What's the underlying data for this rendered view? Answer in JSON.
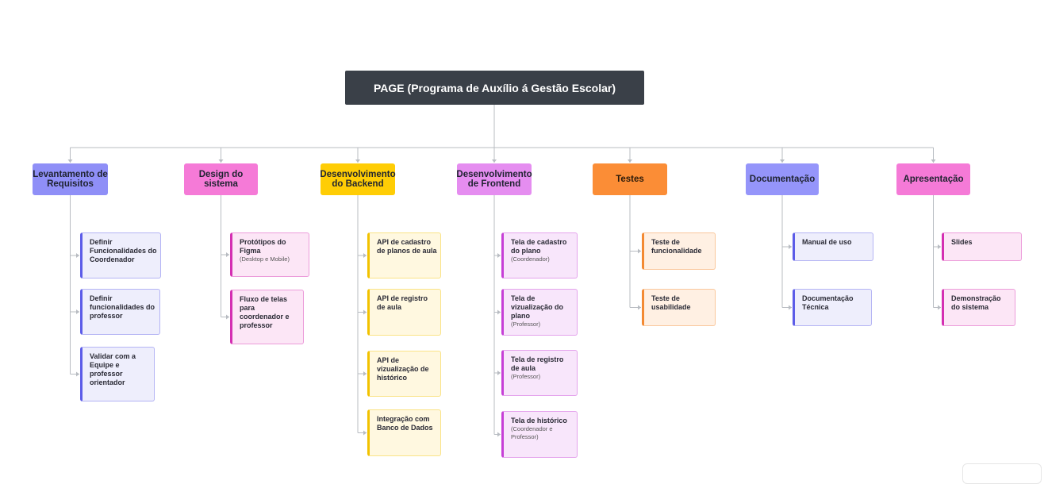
{
  "title": "PAGE (Programa de Auxílio á Gestão Escolar)",
  "colors": {
    "root": "#3a4048",
    "connector": "#b8bcc2"
  },
  "columns": [
    {
      "label": "Levantamento de Requisitos",
      "head_color": "#8f8ff7",
      "leaf_bg": "#eeeefc",
      "leaf_accent": "#5c5ce8",
      "items": [
        {
          "title": "Definir Funcionalidades do Coordenador",
          "note": ""
        },
        {
          "title": "Definir funcionalidades do professor",
          "note": ""
        },
        {
          "title": "Validar com a Equipe e professor orientador",
          "note": ""
        }
      ]
    },
    {
      "label": "Design do sistema",
      "head_color": "#f57ad7",
      "leaf_bg": "#fce6f6",
      "leaf_accent": "#d42fb2",
      "items": [
        {
          "title": "Protótipos do Figma",
          "note": "(Desktop e Mobile)"
        },
        {
          "title": "Fluxo de telas para coordenador e professor",
          "note": ""
        }
      ]
    },
    {
      "label": "Desenvolvimento do Backend",
      "head_color": "#ffcd05",
      "leaf_bg": "#fff8e0",
      "leaf_accent": "#f2c200",
      "items": [
        {
          "title": "API de cadastro de planos de aula",
          "note": ""
        },
        {
          "title": "API de registro de aula",
          "note": ""
        },
        {
          "title": "API de vizualização de histórico",
          "note": ""
        },
        {
          "title": "Integração com Banco de Dados",
          "note": ""
        }
      ]
    },
    {
      "label": "Desenvolvimento de Frontend",
      "head_color": "#e58df0",
      "leaf_bg": "#f8e6fb",
      "leaf_accent": "#c63fd6",
      "items": [
        {
          "title": "Tela de cadastro do plano",
          "note": "(Coordenador)"
        },
        {
          "title": "Tela de vizualização do plano",
          "note": "(Professor)"
        },
        {
          "title": "Tela de registro de aula",
          "note": "(Professor)"
        },
        {
          "title": "Tela de histórico",
          "note": "(Coordenador e Professor)"
        }
      ]
    },
    {
      "label": "Testes",
      "head_color": "#fb8d36",
      "leaf_bg": "#fff0e3",
      "leaf_accent": "#f38a33",
      "items": [
        {
          "title": "Teste de funcionalidade",
          "note": ""
        },
        {
          "title": "Teste de usabilidade",
          "note": ""
        }
      ]
    },
    {
      "label": "Documentação",
      "head_color": "#9595fa",
      "leaf_bg": "#eeeefc",
      "leaf_accent": "#5c5ce8",
      "items": [
        {
          "title": "Manual de uso",
          "note": ""
        },
        {
          "title": "Documentação Técnica",
          "note": ""
        }
      ]
    },
    {
      "label": "Apresentação",
      "head_color": "#f57ad7",
      "leaf_bg": "#fce6f6",
      "leaf_accent": "#d42fb2",
      "items": [
        {
          "title": "Slides",
          "note": ""
        },
        {
          "title": "Demonstração do sistema",
          "note": ""
        }
      ]
    }
  ]
}
